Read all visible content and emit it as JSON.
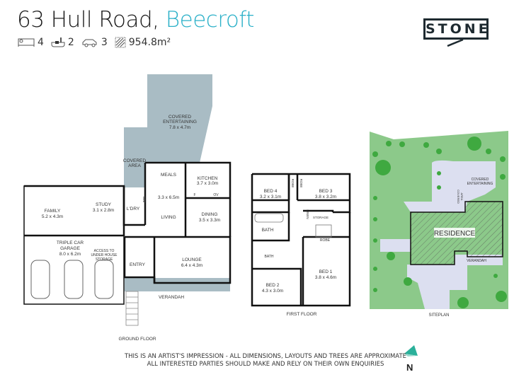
{
  "header": {
    "title": "63 Hull Road,",
    "suburb": "Beecroft",
    "stats": {
      "bedrooms": "4",
      "bathrooms": "2",
      "car_spaces": "3",
      "land_area": "954.8m²"
    },
    "icons": [
      "bed-icon",
      "bath-icon",
      "car-icon",
      "land-area-icon"
    ]
  },
  "brand": {
    "logo_text": "STONE"
  },
  "colors": {
    "accent": "#2ab0c8",
    "covered": "#a9bcc4",
    "lawn": "#8cc98a",
    "paving": "#dcdff0"
  },
  "ground_floor": {
    "label": "GROUND FLOOR",
    "rooms": {
      "covered_entertaining": "COVERED",
      "covered_entertaining_2": "ENTERTAINING",
      "covered_entertaining_dim": "7.8 x 4.7m",
      "covered_area": "COVERED",
      "covered_area_2": "AREA",
      "meals": "MEALS",
      "kitchen": "KITCHEN",
      "kitchen_dim": "3.7 x 3.0m",
      "fridge": "F",
      "oven": "OV",
      "living_dim": "3.3 x 6.5m",
      "living": "LIVING",
      "laundry": "L'DRY",
      "washing_machine": "WM",
      "family": "FAMILY",
      "family_dim": "5.2 x 4.3m",
      "study": "STUDY",
      "study_dim": "3.1 x 2.8m",
      "dining": "DINING",
      "dining_dim": "3.5 x 3.3m",
      "garage": "TRIPLE CAR",
      "garage_2": "GARAGE",
      "garage_dim": "8.0 x 6.2m",
      "storage_1": "ACCESS TO",
      "storage_2": "UNDER HOUSE",
      "storage_3": "STORAGE",
      "entry": "ENTRY",
      "lounge": "LOUNGE",
      "lounge_dim": "6.4 x 4.3m",
      "verandah": "VERANDAH"
    }
  },
  "first_floor": {
    "label": "FIRST FLOOR",
    "rooms": {
      "bed4": "BED 4",
      "bed4_dim": "3.2 x 3.1m",
      "bed3": "BED 3",
      "bed3_dim": "3.8 x 3.2m",
      "robe_a": "ROBE",
      "robe_b": "ROBE",
      "bath": "BATH",
      "ensuite": "BATH",
      "linen": "LINEN",
      "storage": "STORAGE",
      "robe_c": "ROBE",
      "bed1": "BED 1",
      "bed1_dim": "3.8 x 4.6m",
      "bed2": "BED 2",
      "bed2_dim": "4.3 x 3.0m"
    }
  },
  "site_plan": {
    "label": "SITEPLAN",
    "residence": "RESIDENCE",
    "covered_entertaining": "COVERED",
    "covered_entertaining_2": "ENTERTAINING",
    "covered_area": "COVERED",
    "covered_area_2": "AREA",
    "verandah": "VERANDAH"
  },
  "footer": {
    "disclaimer_1": "THIS IS AN ARTIST'S IMPRESSION - ALL DIMENSIONS, LAYOUTS AND TREES ARE APPROXIMATE",
    "disclaimer_2": "ALL INTERESTED PARTIES SHOULD MAKE AND RELY ON THEIR OWN ENQUIRIES",
    "north": "N"
  }
}
